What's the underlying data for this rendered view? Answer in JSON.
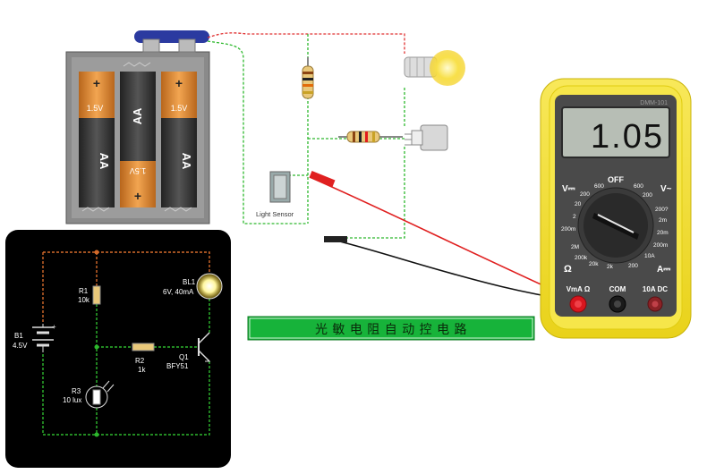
{
  "battery_pack": {
    "cell_label": "AA",
    "voltage_label": "1.5V",
    "plus_sign": "+"
  },
  "breadboard": {
    "light_sensor_label": "Light Sensor"
  },
  "schematic": {
    "r1_name": "R1",
    "r1_value": "10k",
    "bl1_name": "BL1",
    "bl1_value": "6V, 40mA",
    "b1_name": "B1",
    "b1_value": "4.5V",
    "r2_name": "R2",
    "r2_value": "1k",
    "q1_name": "Q1",
    "q1_value": "BFY51",
    "r3_name": "R3",
    "r3_value": "10 lux"
  },
  "title_banner": {
    "text": "光 敏 电 阻 自 动 控 电 路"
  },
  "multimeter": {
    "brand": "DMM-101",
    "display_value": "1.05",
    "off_label": "OFF",
    "v_dc_label": "V⎓",
    "v_ac_label": "V~",
    "ohm_label": "Ω",
    "amp_label": "A⎓",
    "scale_left": [
      "600",
      "200",
      "20",
      "2",
      "200m"
    ],
    "scale_ohm": [
      "2M",
      "200k",
      "20k",
      "2k",
      "200"
    ],
    "scale_right": [
      "600",
      "200",
      "200?",
      "2m",
      "20m",
      "200m",
      "10A"
    ],
    "port_vma": "VmA Ω",
    "port_com": "COM",
    "port_10a": "10A DC"
  },
  "colors": {
    "wire_red": "#e03030",
    "wire_green": "#2db82d",
    "multimeter_yellow": "#f4e22e",
    "banner_green": "#17b33a"
  }
}
